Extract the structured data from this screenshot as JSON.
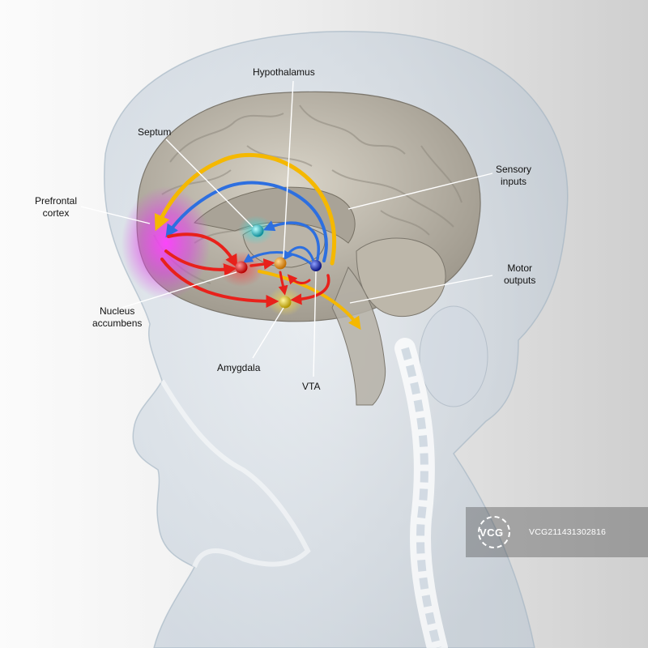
{
  "labels": {
    "hypothalamus": "Hypothalamus",
    "septum": "Septum",
    "sensory_inputs": [
      "Sensory",
      "inputs"
    ],
    "prefrontal_cortex": [
      "Prefrontal",
      "cortex"
    ],
    "motor_outputs": [
      "Motor",
      "outputs"
    ],
    "nucleus_accumbens": [
      "Nucleus",
      "accumbens"
    ],
    "amygdala": "Amygdala",
    "vta": "VTA"
  },
  "pathway_colors": {
    "prefrontal": "#e83de8",
    "nucleus_accumbens": "#e8211b",
    "septum": "#1fb8c9",
    "hypothalamus": "#f0a020",
    "amygdala": "#e8d21b",
    "vta": "#1c2fc8",
    "yellow_arrow": "#f5b800",
    "blue_arrow": "#2d6fe0",
    "red_arrow": "#e8211b"
  },
  "watermark": {
    "brand": "VCG",
    "id": "VCG211431302816"
  }
}
